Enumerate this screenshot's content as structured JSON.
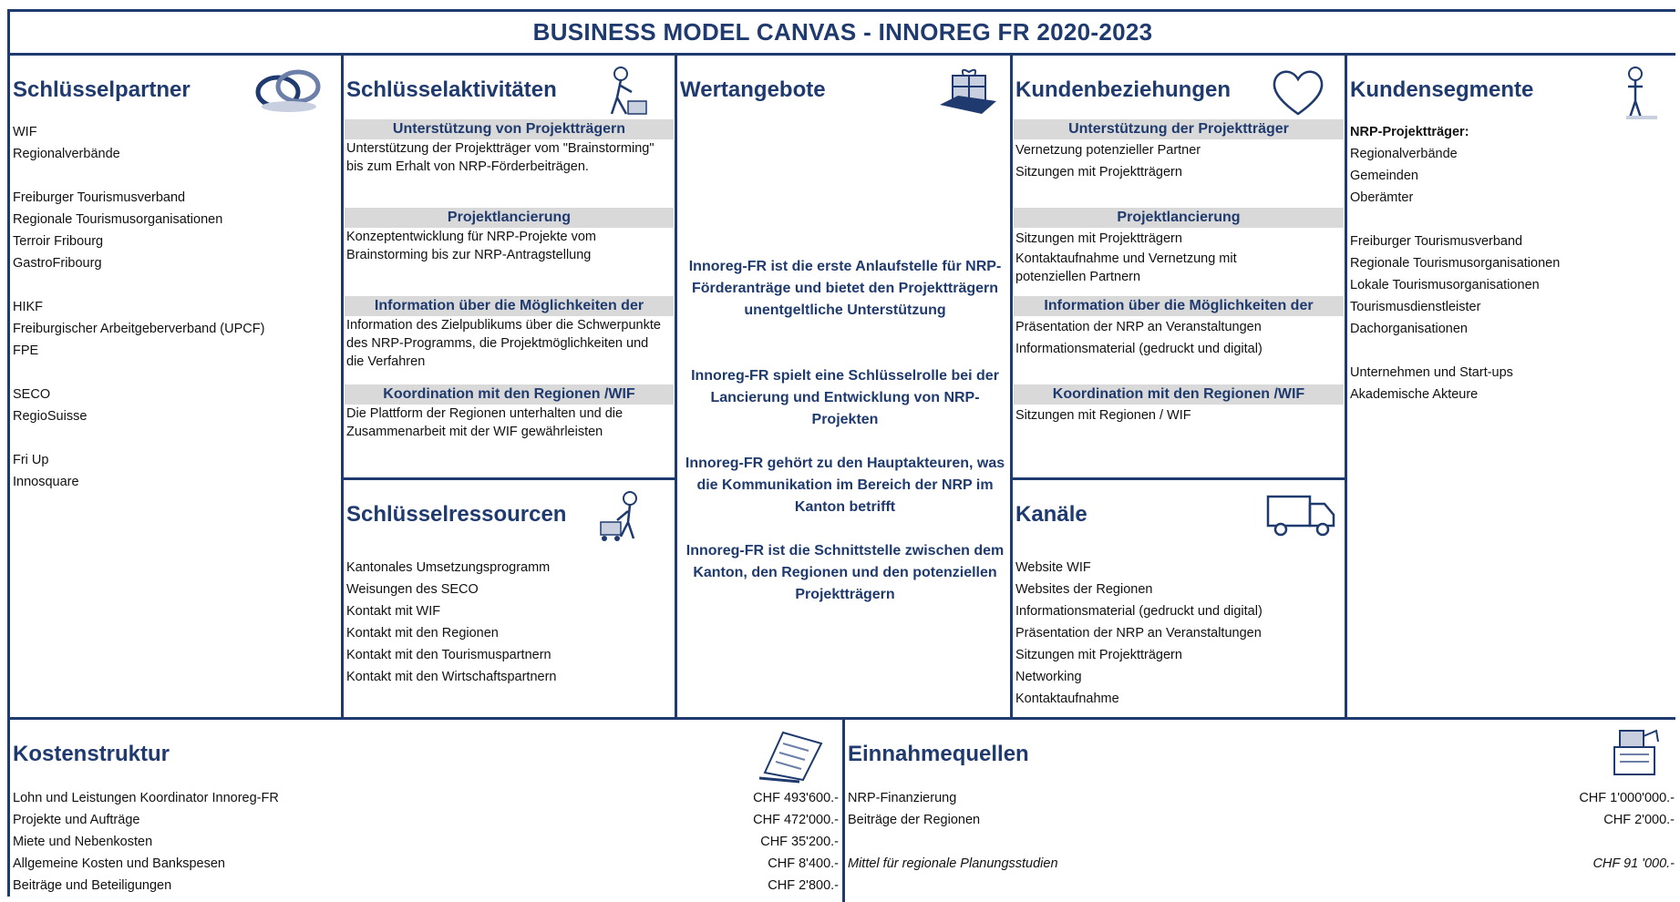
{
  "title": "BUSINESS MODEL CANVAS - INNOREG FR 2020-2023",
  "partners": {
    "heading": "Schlüsselpartner",
    "groups": [
      [
        "WIF",
        "Regionalverbände"
      ],
      [
        "Freiburger Tourismusverband",
        "Regionale Tourismusorganisationen",
        "Terroir Fribourg",
        "GastroFribourg"
      ],
      [
        "HIKF",
        "Freiburgischer Arbeitgeberverband (UPCF)",
        "FPE"
      ],
      [
        "SECO",
        "RegioSuisse"
      ],
      [
        "Fri Up",
        "Innosquare"
      ]
    ]
  },
  "activities": {
    "heading": "Schlüsselaktivitäten",
    "blocks": [
      {
        "title": "Unterstützung von Projektträgern",
        "text": "Unterstützung der Projektträger vom \"Brainstorming\" bis zum Erhalt von NRP-Förderbeiträgen."
      },
      {
        "title": "Projektlancierung",
        "text": "Konzeptentwicklung für NRP-Projekte vom Brainstorming bis zur NRP-Antragstellung"
      },
      {
        "title": "Information über die Möglichkeiten der",
        "text": "Information des Zielpublikums über die Schwerpunkte des NRP-Programms, die Projektmöglichkeiten und die Verfahren"
      },
      {
        "title": "Koordination mit den Regionen /WIF",
        "text": "Die Plattform der Regionen unterhalten und die Zusammenarbeit mit der WIF gewährleisten"
      }
    ]
  },
  "resources": {
    "heading": "Schlüsselressourcen",
    "items": [
      "Kantonales Umsetzungsprogramm",
      "Weisungen des SECO",
      "Kontakt mit WIF",
      "Kontakt mit den Regionen",
      "Kontakt mit den Tourismuspartnern",
      "Kontakt mit den Wirtschaftspartnern"
    ]
  },
  "value": {
    "heading": "Wertangebote",
    "paragraphs": [
      "Innoreg-FR ist die erste Anlaufstelle für NRP-Förderanträge und bietet den Projektträgern unentgeltliche Unterstützung",
      "Innoreg-FR spielt eine Schlüsselrolle bei der Lancierung und Entwicklung von NRP-Projekten",
      "Innoreg-FR gehört zu den Hauptakteuren, was die Kommunikation im Bereich der NRP im Kanton betrifft",
      "Innoreg-FR ist die Schnittstelle zwischen dem Kanton, den Regionen und den potenziellen Projektträgern"
    ]
  },
  "relations": {
    "heading": "Kundenbeziehungen",
    "blocks": [
      {
        "title": "Unterstützung der Projektträger",
        "lines": [
          "Vernetzung potenzieller Partner",
          "Sitzungen mit Projektträgern"
        ]
      },
      {
        "title": "Projektlancierung",
        "lines": [
          "Sitzungen mit Projektträgern",
          "Kontaktaufnahme und Vernetzung mit potenziellen Partnern"
        ]
      },
      {
        "title": "Information über die Möglichkeiten der",
        "lines": [
          "Präsentation der NRP an Veranstaltungen",
          "Informationsmaterial (gedruckt und digital)"
        ]
      },
      {
        "title": "Koordination mit den Regionen /WIF",
        "lines": [
          "Sitzungen mit Regionen / WIF"
        ]
      }
    ]
  },
  "channels": {
    "heading": "Kanäle",
    "items": [
      "Website WIF",
      "Websites der Regionen",
      "Informationsmaterial (gedruckt und digital)",
      "Präsentation der NRP an Veranstaltungen",
      "Sitzungen mit Projektträgern",
      "Networking",
      "Kontaktaufnahme"
    ]
  },
  "segments": {
    "heading": "Kundensegmente",
    "groups": [
      [
        "NRP-Projektträger:",
        "Regionalverbände",
        "Gemeinden",
        "Oberämter"
      ],
      [
        "Freiburger Tourismusverband",
        "Regionale Tourismusorganisationen",
        "Lokale Tourismusorganisationen",
        "Tourismusdienstleister",
        "Dachorganisationen"
      ],
      [
        "Unternehmen und Start-ups",
        "Akademische Akteure"
      ]
    ]
  },
  "costs": {
    "heading": "Kostenstruktur",
    "rows": [
      {
        "label": "Lohn und Leistungen Koordinator Innoreg-FR",
        "amount": "CHF 493'600.-"
      },
      {
        "label": "Projekte und Aufträge",
        "amount": "CHF 472'000.-"
      },
      {
        "label": "Miete und Nebenkosten",
        "amount": "CHF 35'200.-"
      },
      {
        "label": "Allgemeine Kosten und Bankspesen",
        "amount": "CHF 8'400.-"
      },
      {
        "label": "Beiträge und Beteiligungen",
        "amount": "CHF 2'800.-"
      }
    ]
  },
  "revenue": {
    "heading": "Einnahmequellen",
    "rows": [
      {
        "label": "NRP-Finanzierung",
        "amount": "CHF 1'000'000.-"
      },
      {
        "label": "Beiträge der Regionen",
        "amount": "CHF 2'000.-"
      },
      {
        "label": "",
        "amount": ""
      },
      {
        "label": "Mittel für regionale Planungsstudien",
        "amount": "CHF 91 '000.-",
        "italic": true
      }
    ]
  },
  "icons": [
    "rings-icon",
    "worker-icon",
    "gift-icon",
    "heart-icon",
    "person-icon",
    "worker-cart-icon",
    "truck-icon",
    "invoice-icon",
    "cash-register-icon"
  ]
}
